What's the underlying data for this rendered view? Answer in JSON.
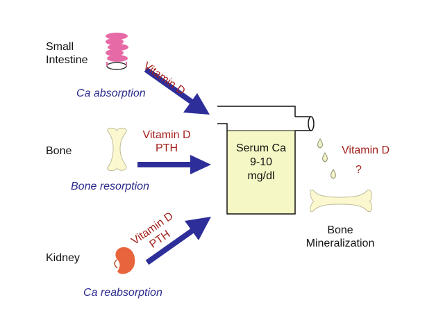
{
  "sources": {
    "intestine": {
      "name_line1": "Small",
      "name_line2": "Intestine",
      "process": "Ca absorption"
    },
    "bone": {
      "name": "Bone",
      "process": "Bone resorption"
    },
    "kidney": {
      "name": "Kidney",
      "process": "Ca reabsorption"
    }
  },
  "arrow_labels": {
    "intestine": "Vitamin D",
    "bone_line1": "Vitamin D",
    "bone_line2": "PTH",
    "kidney_line1": "Vitamin D",
    "kidney_line2": "PTH"
  },
  "container": {
    "line1": "Serum Ca",
    "line2": "9-10",
    "line3": "mg/dl"
  },
  "mineralization": {
    "factor": "Vitamin D",
    "question": "?",
    "label_line1": "Bone",
    "label_line2": "Mineralization"
  },
  "colors": {
    "arrow": "#2e2e9a",
    "container_fill": "#f5f7c4",
    "intestine": "#e66aa6",
    "bone": "#fbf7cf",
    "kidney": "#e8643c",
    "drops": "#f2f2c8",
    "label_red": "#a3211c",
    "label_blue": "#2b2b8c"
  }
}
